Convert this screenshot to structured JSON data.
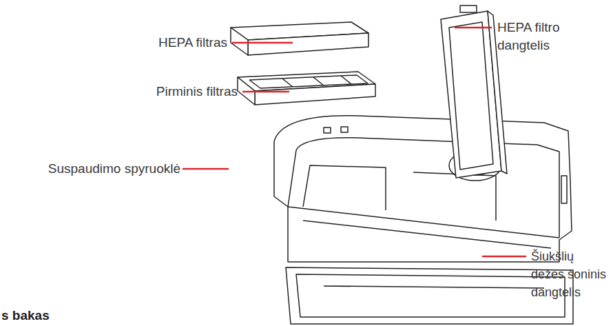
{
  "diagram": {
    "labels": [
      "HEPA filtras",
      "Pirminis filtras",
      "Suspaudimo spyruoklė",
      "HEPA filtro dangtelis",
      "Šiukšlių dėžės šoninis dangtelis",
      "s bakas"
    ]
  }
}
